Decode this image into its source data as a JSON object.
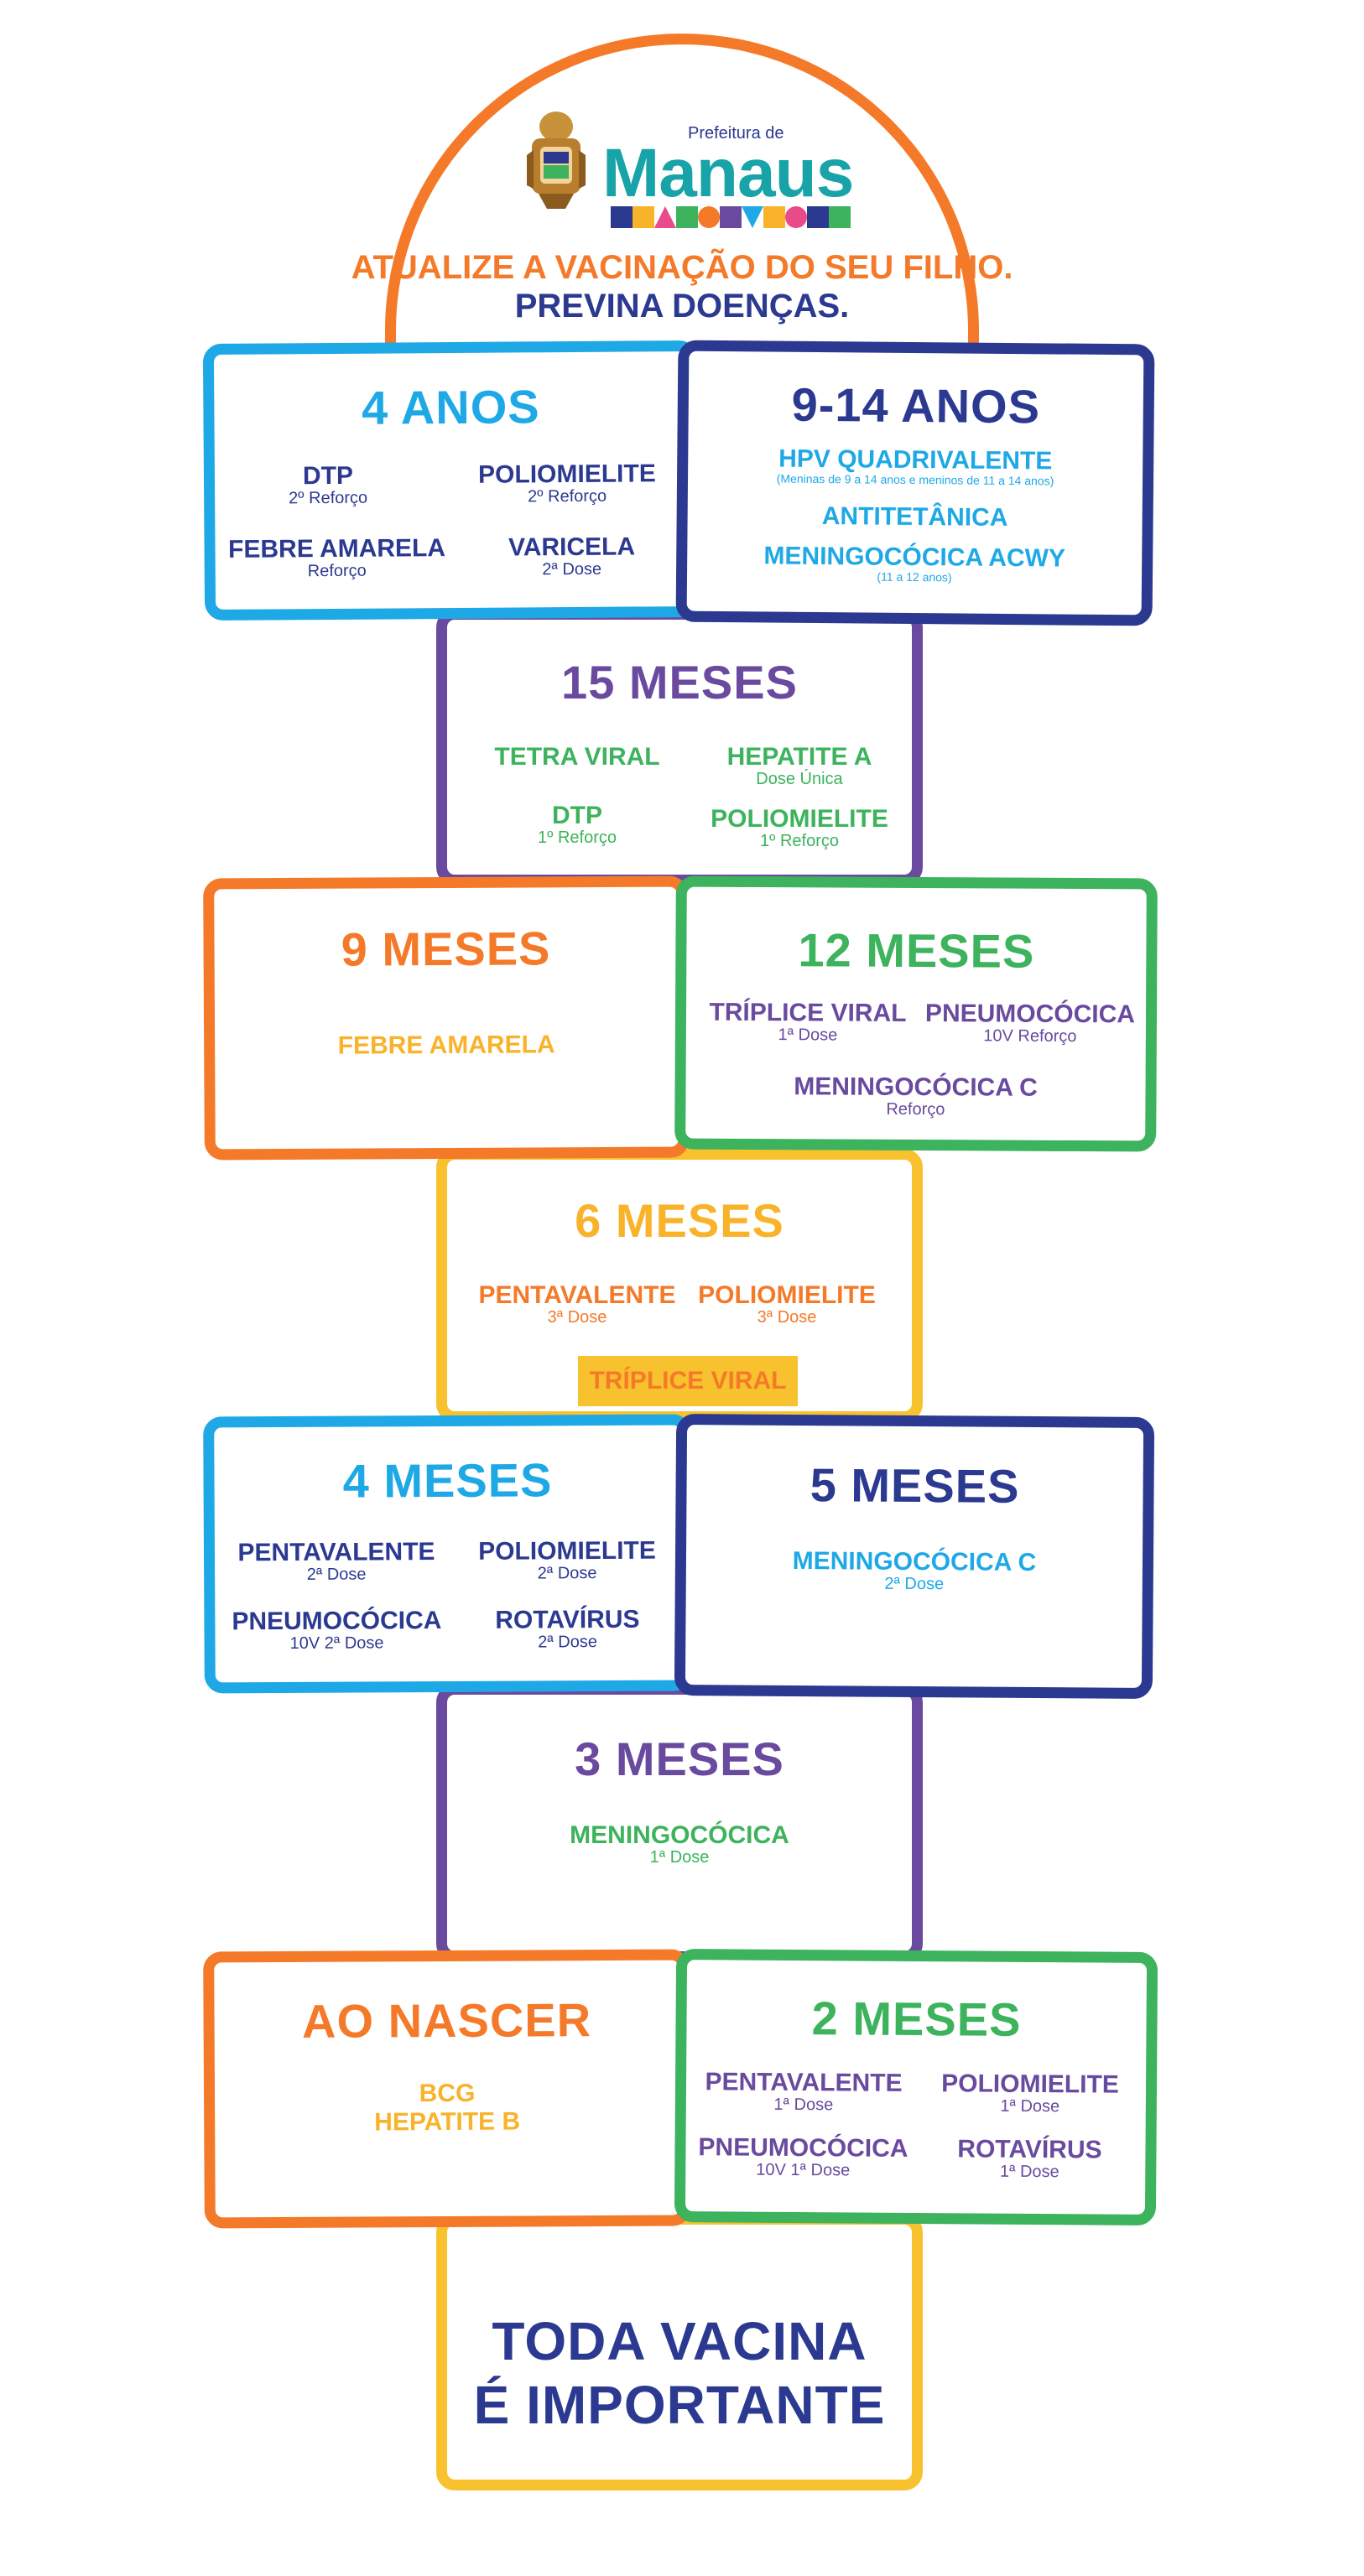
{
  "header": {
    "brand_small": "Prefeitura de",
    "brand": "Manaus",
    "line1": "ATUALIZE A VACINAÇÃO DO SEU FILHO.",
    "line2": "PREVINA DOENÇAS."
  },
  "boxes": {
    "anos4": {
      "title": "4 ANOS",
      "items": [
        {
          "name": "DTP",
          "dose": "2º Reforço"
        },
        {
          "name": "POLIOMIELITE",
          "dose": "2º Reforço"
        },
        {
          "name": "FEBRE AMARELA",
          "dose": "Reforço"
        },
        {
          "name": "VARICELA",
          "dose": "2ª Dose"
        }
      ]
    },
    "anos9_14": {
      "title": "9-14 ANOS",
      "items": [
        {
          "name": "HPV QUADRIVALENTE",
          "note": "(Meninas de 9 a 14 anos e meninos de 11 a 14 anos)"
        },
        {
          "name": "ANTITETÂNICA"
        },
        {
          "name": "MENINGOCÓCICA ACWY",
          "note": "(11 a 12 anos)"
        }
      ]
    },
    "meses15": {
      "title": "15 MESES",
      "items": [
        {
          "name": "TETRA VIRAL"
        },
        {
          "name": "HEPATITE A",
          "dose": "Dose Única"
        },
        {
          "name": "DTP",
          "dose": "1º Reforço"
        },
        {
          "name": "POLIOMIELITE",
          "dose": "1º Reforço"
        }
      ]
    },
    "meses9": {
      "title": "9 MESES",
      "items": [
        {
          "name": "FEBRE AMARELA"
        }
      ]
    },
    "meses12": {
      "title": "12 MESES",
      "items": [
        {
          "name": "TRÍPLICE VIRAL",
          "dose": "1ª Dose"
        },
        {
          "name": "PNEUMOCÓCICA",
          "dose": "10V Reforço"
        },
        {
          "name": "MENINGOCÓCICA C",
          "dose": "Reforço"
        }
      ]
    },
    "meses6": {
      "title": "6 MESES",
      "items": [
        {
          "name": "PENTAVALENTE",
          "dose": "3ª Dose"
        },
        {
          "name": "POLIOMIELITE",
          "dose": "3ª Dose"
        }
      ],
      "highlight": "TRÍPLICE VIRAL"
    },
    "meses4": {
      "title": "4 MESES",
      "items": [
        {
          "name": "PENTAVALENTE",
          "dose": "2ª Dose"
        },
        {
          "name": "POLIOMIELITE",
          "dose": "2ª Dose"
        },
        {
          "name": "PNEUMOCÓCICA",
          "dose": "10V 2ª Dose"
        },
        {
          "name": "ROTAVÍRUS",
          "dose": "2ª Dose"
        }
      ]
    },
    "meses5": {
      "title": "5 MESES",
      "items": [
        {
          "name": "MENINGOCÓCICA C",
          "dose": "2ª Dose"
        }
      ]
    },
    "meses3": {
      "title": "3 MESES",
      "items": [
        {
          "name": "MENINGOCÓCICA",
          "dose": "1ª Dose"
        }
      ]
    },
    "nascer": {
      "title": "AO NASCER",
      "items": [
        {
          "name": "BCG"
        },
        {
          "name": "HEPATITE B"
        }
      ]
    },
    "meses2": {
      "title": "2 MESES",
      "items": [
        {
          "name": "PENTAVALENTE",
          "dose": "1ª Dose"
        },
        {
          "name": "POLIOMIELITE",
          "dose": "1ª Dose"
        },
        {
          "name": "PNEUMOCÓCICA",
          "dose": "10V 1ª Dose"
        },
        {
          "name": "ROTAVÍRUS",
          "dose": "1ª Dose"
        }
      ]
    }
  },
  "footer": {
    "line1": "TODA VACINA",
    "line2": "É IMPORTANTE"
  }
}
